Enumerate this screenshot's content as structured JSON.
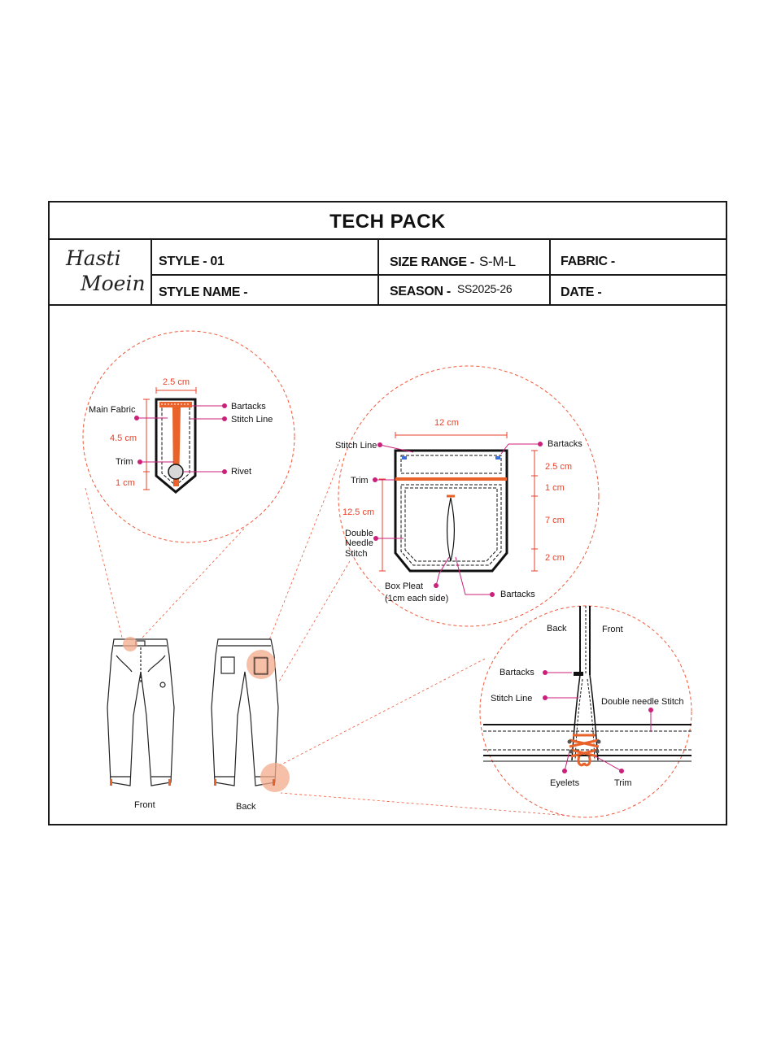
{
  "header": {
    "title": "TECH PACK",
    "logo_line1": "Hasti",
    "logo_line2": "Moein",
    "style_label": "STYLE - 01",
    "style_name_label": "STYLE NAME -",
    "size_range_label": "SIZE RANGE -",
    "size_range_value": "S-M-L",
    "season_label": "SEASON -",
    "season_value": "SS2025-26",
    "fabric_label": "FABRIC -",
    "date_label": "DATE -"
  },
  "detail_loop": {
    "width_dim": "2.5 cm",
    "length_dim": "4.5 cm",
    "tip_dim": "1 cm",
    "main_fabric": "Main Fabric",
    "trim": "Trim",
    "bartacks": "Bartacks",
    "stitch_line": "Stitch Line",
    "rivet": "Rivet"
  },
  "detail_pocket": {
    "width_dim": "12 cm",
    "height_dim": "12.5 cm",
    "dim_a": "2.5 cm",
    "dim_b": "1 cm",
    "dim_c": "7 cm",
    "dim_d": "2 cm",
    "stitch_line": "Stitch Line",
    "trim": "Trim",
    "double_needle_1": "Double",
    "double_needle_2": "Needle",
    "double_needle_3": "Stitch",
    "box_pleat_1": "Box Pleat",
    "box_pleat_2": "(1cm each side)",
    "bartacks_top": "Bartacks",
    "bartacks_bottom": "Bartacks"
  },
  "detail_hem": {
    "back": "Back",
    "front": "Front",
    "bartacks": "Bartacks",
    "stitch_line": "Stitch Line",
    "double_needle": "Double needle Stitch",
    "eyelets": "Eyelets",
    "trim": "Trim"
  },
  "views": {
    "front": "Front",
    "back": "Back"
  },
  "colors": {
    "accent_orange": "#e8622a",
    "dash_red": "#ee5a3c",
    "pointer_magenta": "#cc1f7a",
    "dimension_red": "#e8422a",
    "highlight_fill": "#f3a98a"
  }
}
